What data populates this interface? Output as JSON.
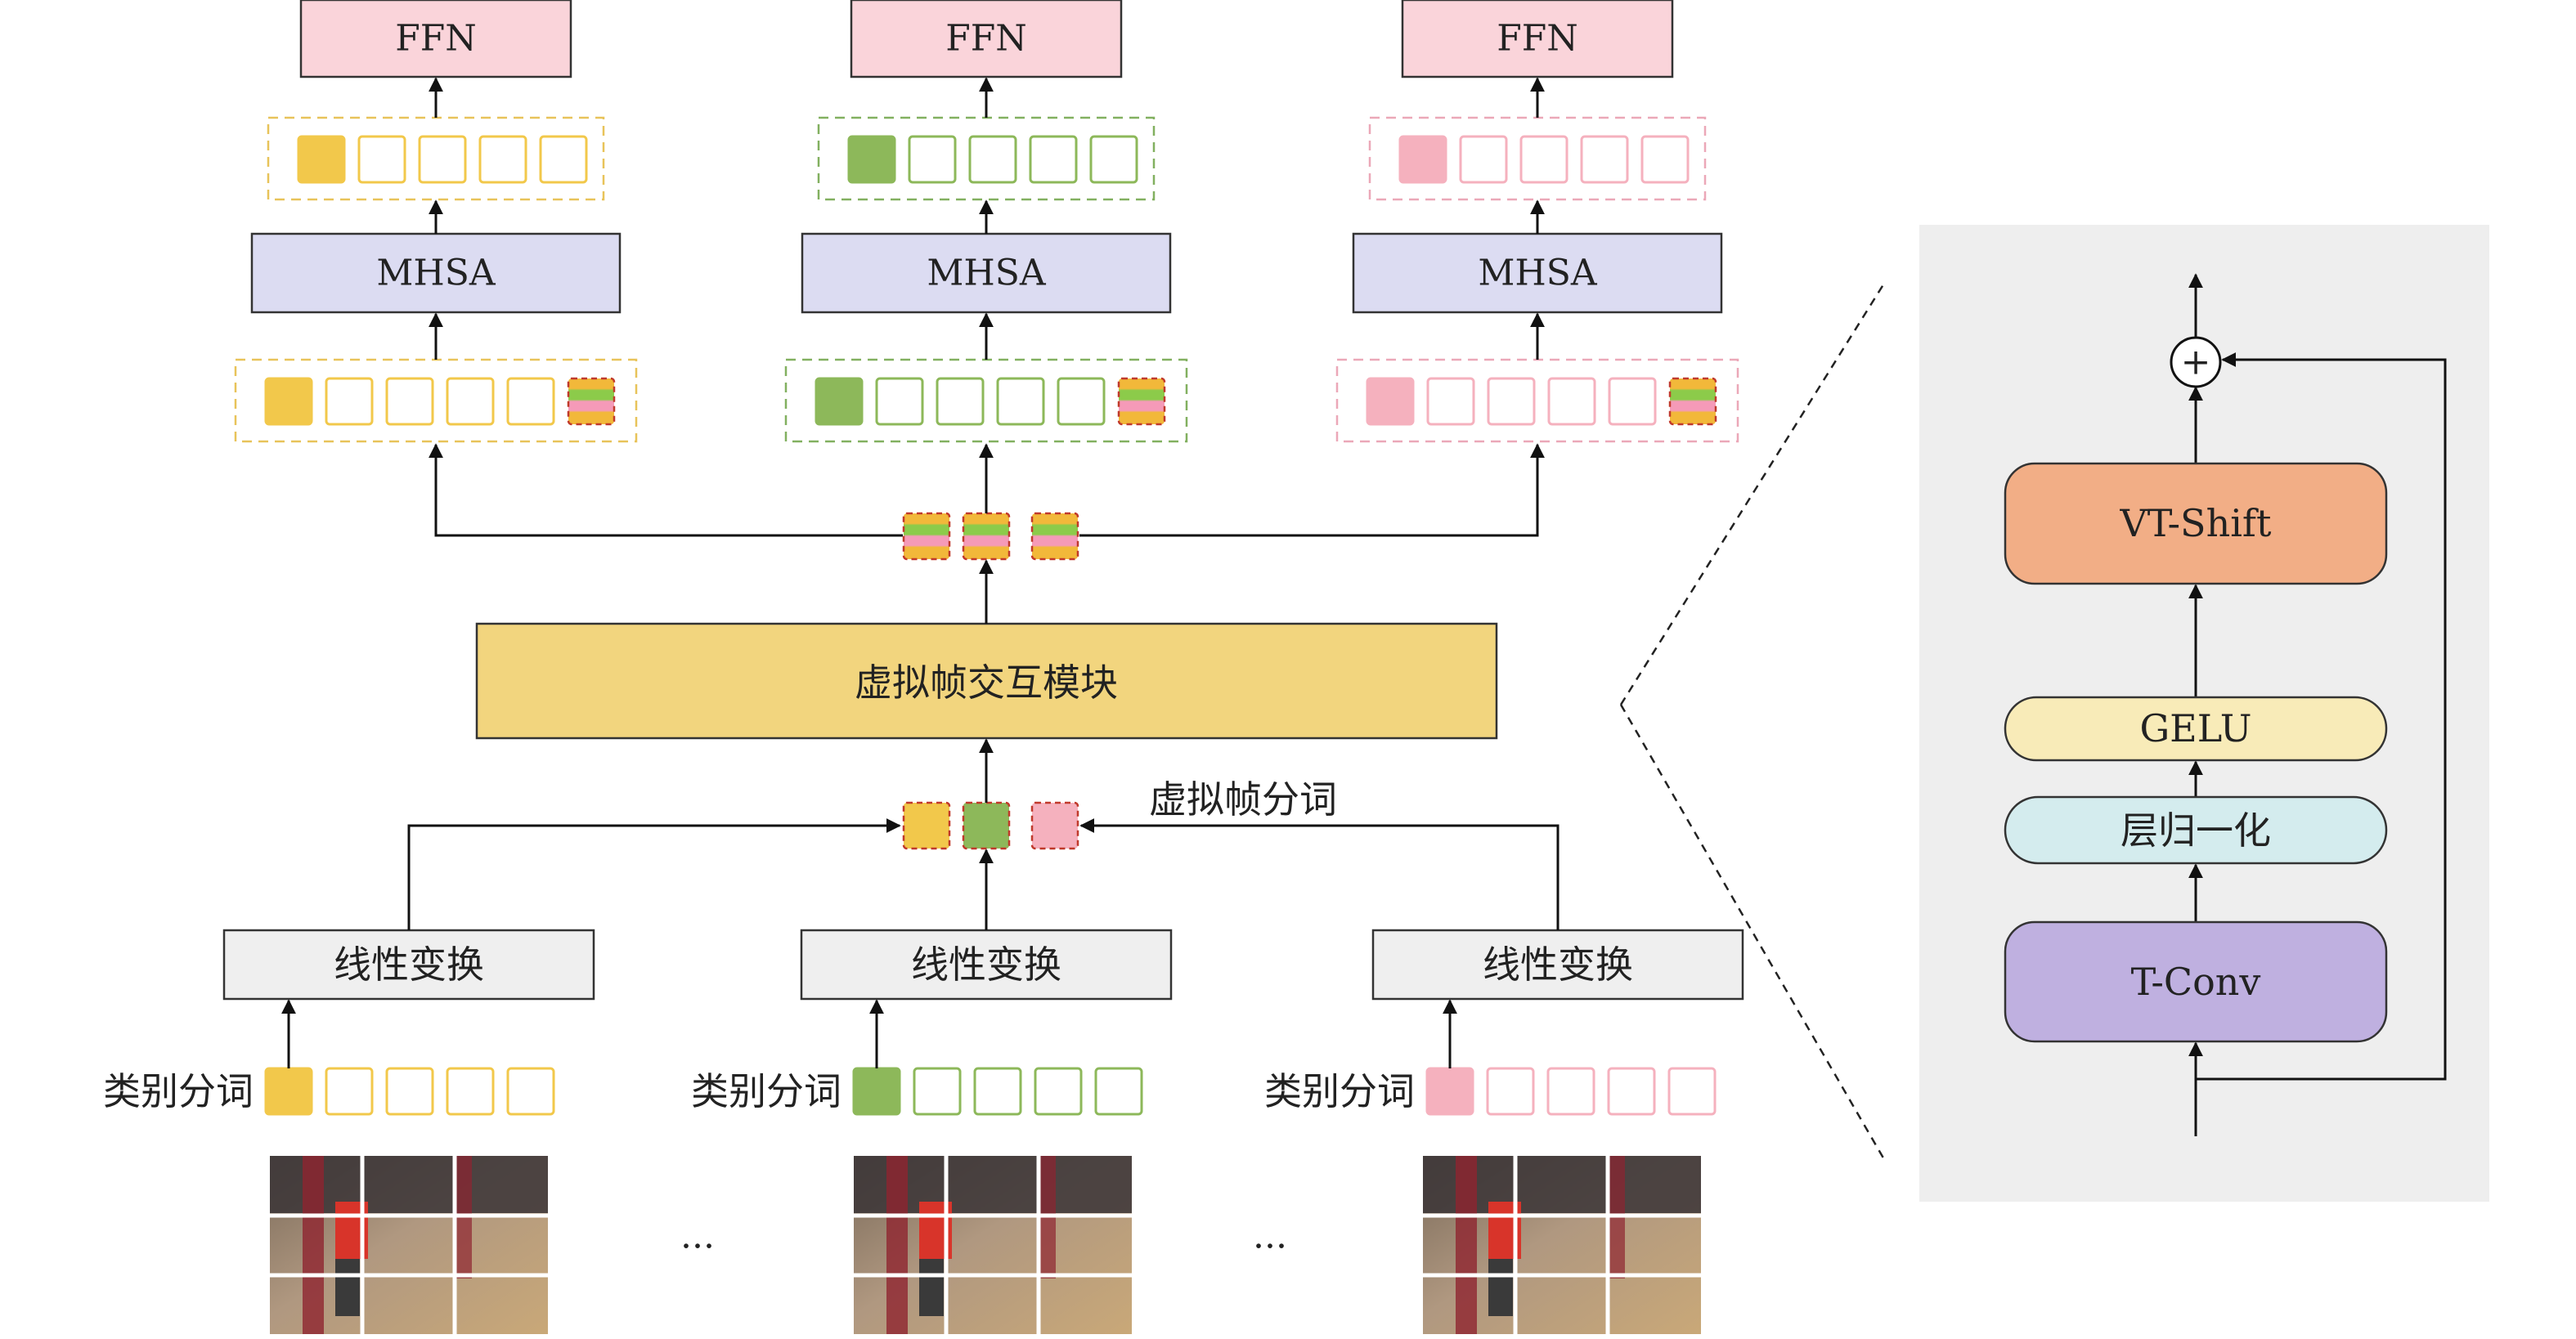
{
  "columns": [
    {
      "ffn": "FFN",
      "mhsa": "MHSA",
      "linear": "线性变换",
      "cls_label": "类别分词",
      "color": "#F2C84B",
      "stroke": "#E8C35A"
    },
    {
      "ffn": "FFN",
      "mhsa": "MHSA",
      "linear": "线性变换",
      "cls_label": "类别分词",
      "color": "#8DB85A",
      "stroke": "#82B060"
    },
    {
      "ffn": "FFN",
      "mhsa": "MHSA",
      "linear": "线性变换",
      "cls_label": "类别分词",
      "color": "#F5B1BE",
      "stroke": "#EBA8B8"
    }
  ],
  "interaction_module": "虚拟帧交互模块",
  "virtual_token_label": "虚拟帧分词",
  "ellipsis": "...",
  "detail": {
    "vt_shift": "VT-Shift",
    "gelu": "GELU",
    "layer_norm": "层归一化",
    "t_conv": "T-Conv",
    "plus": "+"
  },
  "colors": {
    "ffn_fill": "#FAD4DA",
    "mhsa_fill": "#DCDCF2",
    "module_fill": "#F2D57E",
    "linear_fill": "#EFEFEF",
    "panel_fill": "#EEEEEE",
    "vtshift_fill": "#F2AE86",
    "gelu_fill": "#F8EBB8",
    "ln_fill": "#D4ECEE",
    "tconv_fill": "#BFB0E0",
    "token_stroke_red": "#C0392B"
  }
}
